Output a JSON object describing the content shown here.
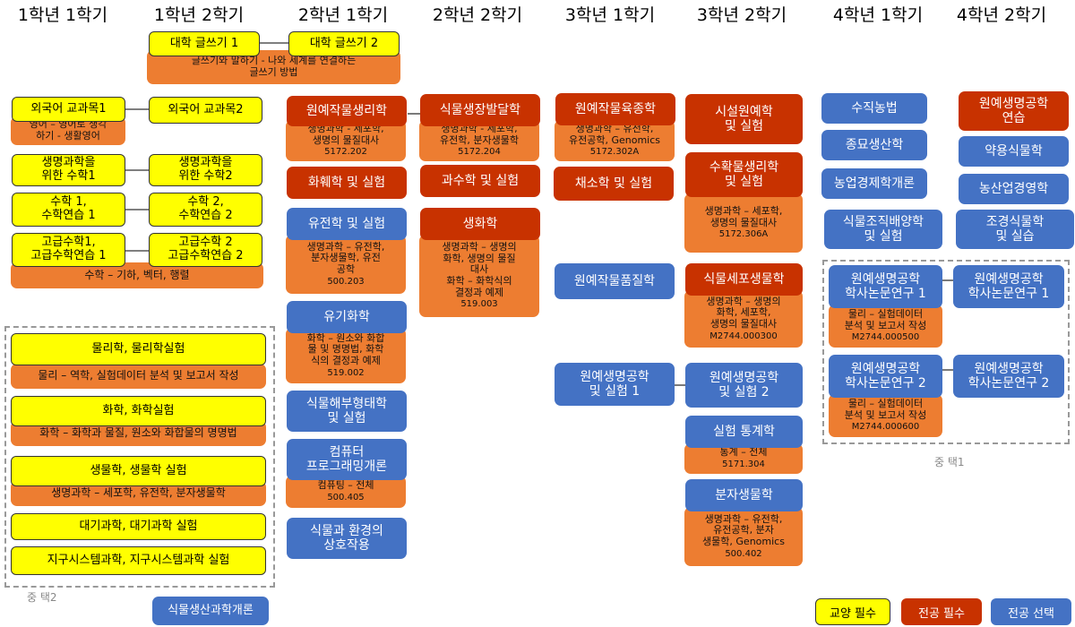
{
  "headers": [
    "1학년 1학기",
    "1학년 2학기",
    "2학년 1학기",
    "2학년 2학기",
    "3학년 1학기",
    "3학년 2학기",
    "4학년 1학기",
    "4학년 2학기"
  ],
  "courses": {
    "writing1": "대학 글쓰기 1",
    "writing2": "대학 글쓰기 2",
    "writing_note": "글쓰기와 말하기 - 나와 세계를 연결하는\n글쓰기 방법",
    "foreign1": "외국어 교과목1",
    "foreign1_note": "영어 – 영어로 생각\n하기 - 생활영어",
    "foreign2": "외국어 교과목2",
    "biomath1": "생명과학을\n위한 수학1",
    "biomath2": "생명과학을\n위한 수학2",
    "math1": "수학 1,\n수학연습 1",
    "math2": "수학 2,\n수학연습 2",
    "advmath1": "고급수학1,\n고급수학연습 1",
    "advmath2": "고급수학 2\n고급수학연습 2",
    "math_note": "수학 – 기하, 벡터, 행렬",
    "physics": "물리학, 물리학실험",
    "physics_note": "물리 – 역학, 실험데이터 분석 및 보고서 작성",
    "chemistry": "화학, 화학실험",
    "chemistry_note": "화학 – 화학과 물질, 원소와 화합물의 명명법",
    "biology": "생물학, 생물학 실험",
    "biology_note": "생명과학 – 세포학, 유전학, 분자생물학",
    "atmos": "대기과학, 대기과학 실험",
    "earth": "지구시스템과학, 지구시스템과학 실험",
    "choice2_label": "중 택2",
    "plantprod": "식물생산과학개론",
    "cropphys": "원예작물생리학",
    "cropphys_note": "생명과학 - 세포학,\n생명의 물질대사",
    "cropphys_code": "5172.202",
    "chemlab": "화훼학 및 실험",
    "genetics": "유전학 및 실험",
    "genetics_note": "생명과학 – 유전학,\n분자생물학, 유전\n공학",
    "genetics_code": "500.203",
    "organic": "유기화학",
    "organic_note": "화학 – 원소와 화합\n물 및 명명법, 화학\n식의 결정과 예제",
    "organic_code": "519.002",
    "anatomy": "식물해부형태학\n및 실험",
    "programming": "컴퓨터\n프로그래밍개론",
    "programming_note": "컴퓨팅 – 전체",
    "programming_code": "500.405",
    "envinteract": "식물과 환경의\n상호작용",
    "growth": "식물생장발달학",
    "growth_note": "생명과학 - 세포학,\n유전학, 분자생물학",
    "growth_code": "5172.204",
    "fruitlab": "과수학 및 실험",
    "biochem": "생화학",
    "biochem_note": "생명과학 – 생명의\n화학, 생명의 물질\n대사\n화학 – 화학식의\n결정과 예제",
    "biochem_code": "519.003",
    "breeding": "원예작물육종학",
    "breeding_note": "생명과학 – 유전학,\n유전공학, Genomics",
    "breeding_code": "5172.302A",
    "vegetable": "채소학 및 실험",
    "quality": "원예작물품질학",
    "biotech1": "원예생명공학\n및 실험 1",
    "facility": "시설원예학\n및 실험",
    "postharvest": "수확물생리학\n및 실험",
    "postharvest_note": "생명과학 – 세포학,\n생명의 물질대사",
    "postharvest_code": "5172.306A",
    "cellbio": "식물세포생물학",
    "cellbio_note": "생명과학 – 생명의\n화학, 세포학,\n생명의 물질대사",
    "cellbio_code": "M2744.000300",
    "biotech2": "원예생명공학\n및 실험 2",
    "stats": "실험 통계학",
    "stats_note": "통계 – 전체",
    "stats_code": "5171.304",
    "molbio": "분자생물학",
    "molbio_note": "생명과학 – 유전학,\n유전공학, 분자\n생물학, Genomics",
    "molbio_code": "500.402",
    "hydro": "수직농법",
    "seed": "종묘생산학",
    "agecon": "농업경제학개론",
    "tissue": "식물조직배양학\n및 실험",
    "thesis1a": "원예생명공학\n학사논문연구 1",
    "thesis1a_note": "물리 – 실험데이터\n분석 및 보고서 작성",
    "thesis1a_code": "M2744.000500",
    "thesis1b": "원예생명공학\n학사논문연구 1",
    "thesis2a": "원예생명공학\n학사논문연구 2",
    "thesis2a_note": "물리 – 실험데이터\n분석 및 보고서 작성",
    "thesis2a_code": "M2744.000600",
    "thesis2b": "원예생명공학\n학사논문연구 2",
    "choice1_label": "중 택1",
    "seminar": "원예생명공학\n연습",
    "medicinal": "약용식물학",
    "agmgmt": "농산업경영학",
    "landscape": "조경식물학\n및 실습"
  },
  "legend": {
    "required_general": "교양 필수",
    "required_major": "전공 필수",
    "elective_major": "전공 선택"
  },
  "colors": {
    "general": "#ffff00",
    "major_required": "#c83200",
    "major_elective": "#4472c4",
    "note": "#ed7d31"
  }
}
